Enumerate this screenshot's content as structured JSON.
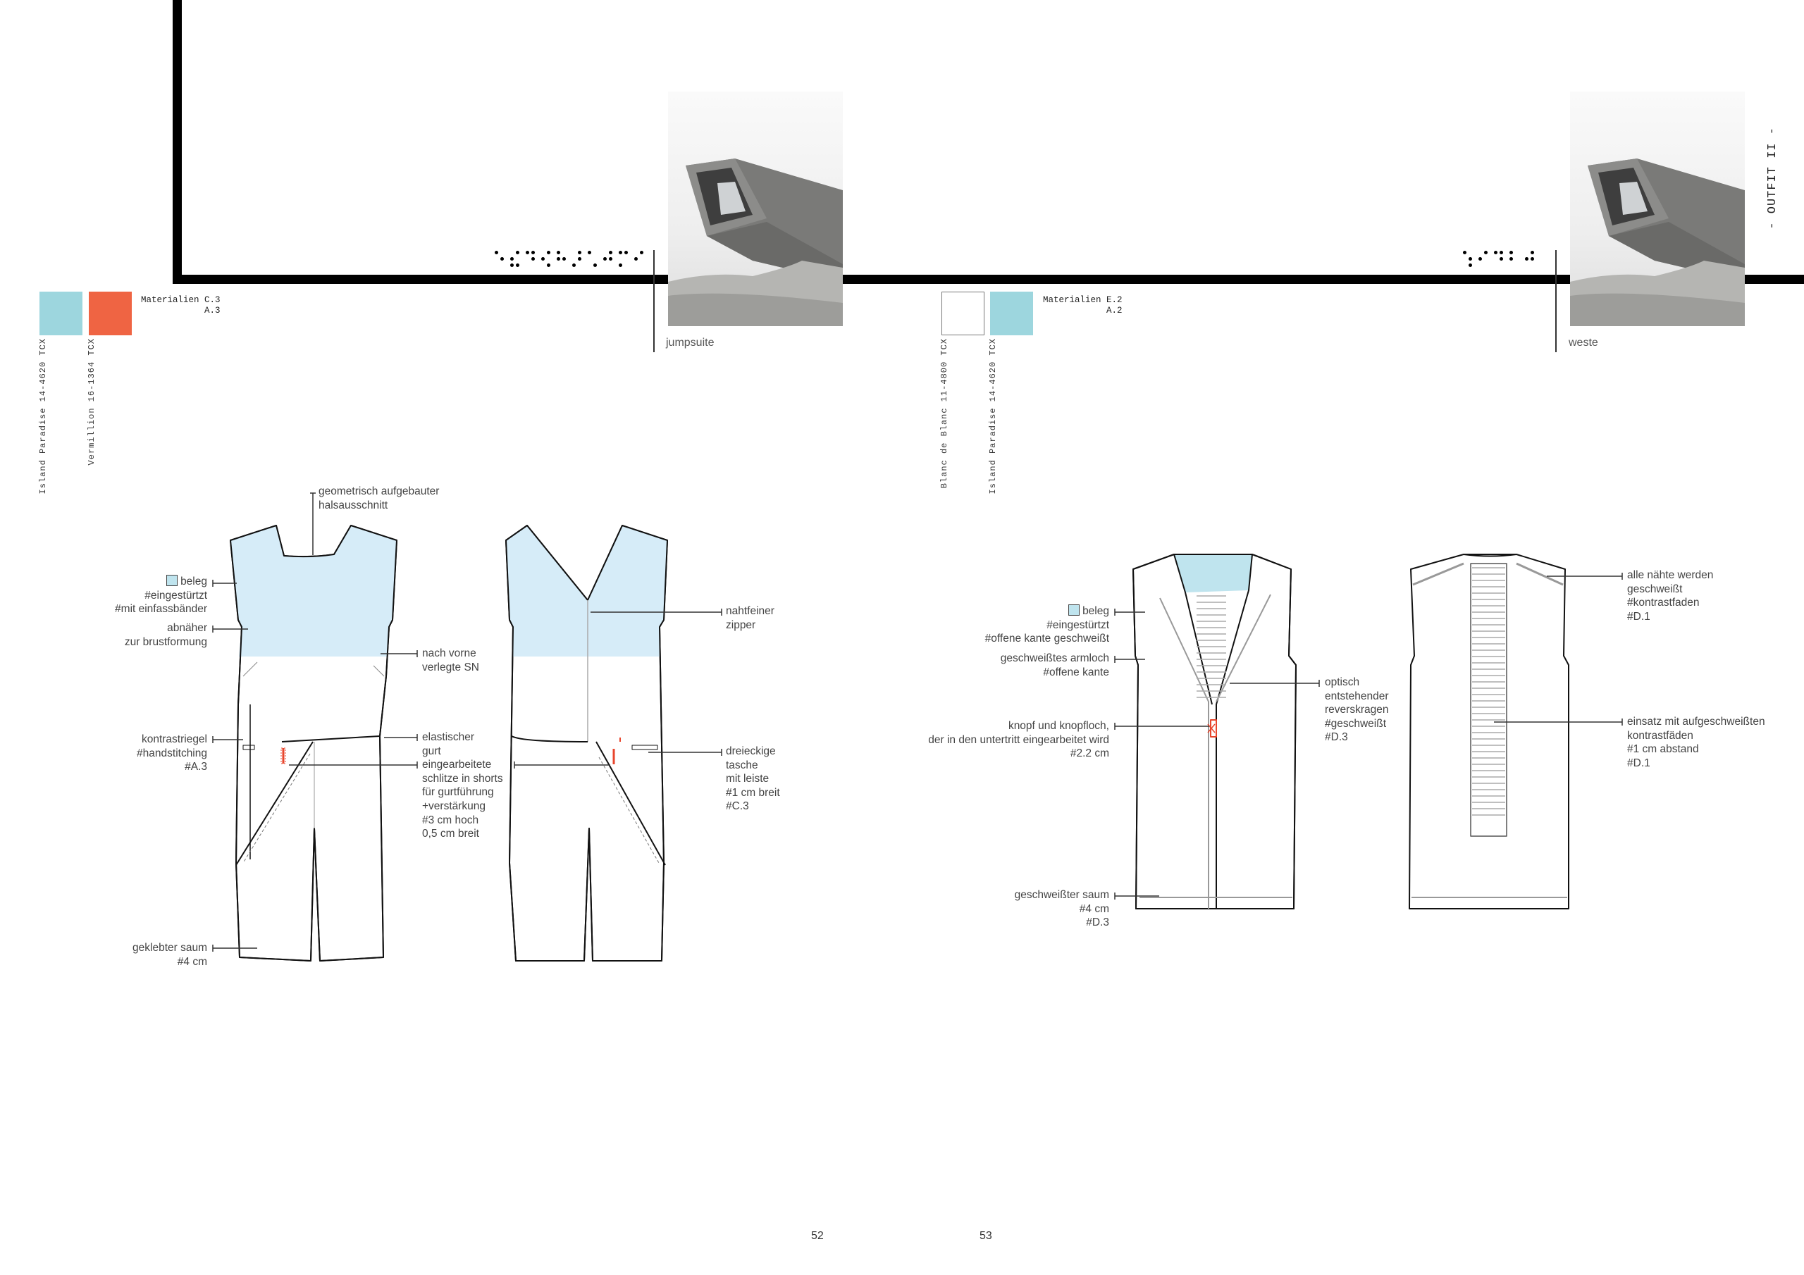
{
  "colors": {
    "island_paradise": "#9dd6de",
    "vermillion": "#ef6443",
    "blanc_de_blanc": "#ffffff",
    "beleg_fill": "#d6ecf8",
    "accent_red": "#e8452c"
  },
  "left_page": {
    "page_number": "52",
    "garment_label": "jumpsuite",
    "materials_label": "Materialien C.3\n            A.3",
    "swatches": [
      {
        "name": "Island Paradise 14-4620 TCX",
        "color": "#9dd6de"
      },
      {
        "name": "Vermillion 16-1364 TCX",
        "color": "#ef6443"
      }
    ],
    "annotations": {
      "neckline": [
        "geometrisch aufgebauter",
        "halsausschnitt"
      ],
      "beleg": [
        "beleg",
        "#eingestürtzt",
        "#mit einfassbänder"
      ],
      "abnaeher": [
        "abnäher",
        "zur brustformung"
      ],
      "sn": [
        "nach vorne",
        "verlegte SN"
      ],
      "kontrastriegel": [
        "kontrastriegel",
        "#handstitching",
        "#A.3"
      ],
      "gurt": [
        "elastischer",
        "gurt",
        "eingearbeitete",
        "schlitze in shorts",
        "für gurtführung",
        "+verstärkung",
        "#3 cm hoch",
        "0,5 cm breit"
      ],
      "zipper": [
        "nahtfeiner",
        "zipper"
      ],
      "tasche": [
        "dreieckige",
        "tasche",
        "mit leiste",
        "#1 cm breit",
        "#C.3"
      ],
      "saum": [
        "geklebter saum",
        "#4 cm"
      ]
    }
  },
  "right_page": {
    "page_number": "53",
    "garment_label": "weste",
    "section_title": "- OUTFIT II -",
    "materials_label": "Materialien E.2\n            A.2",
    "swatches": [
      {
        "name": "Blanc de Blanc 11-4800 TCX",
        "color": "#ffffff"
      },
      {
        "name": "Island Paradise 14-4620 TCX",
        "color": "#9dd6de"
      }
    ],
    "annotations": {
      "beleg": [
        "beleg",
        "#eingestürtzt",
        "#offene kante geschweißt"
      ],
      "armloch": [
        "geschweißtes armloch",
        "#offene kante"
      ],
      "knopf": [
        "knopf und knopfloch,",
        "der in den untertritt eingearbeitet wird",
        "#2.2 cm"
      ],
      "saum": [
        "geschweißter saum",
        "#4 cm",
        "#D.3"
      ],
      "revers": [
        "optisch",
        "entstehender",
        "reverskragen",
        "#geschweißt",
        "#D.3"
      ],
      "naehte": [
        "alle nähte werden",
        "geschweißt",
        "#kontrastfaden",
        "#D.1"
      ],
      "einsatz": [
        "einsatz mit aufgeschweißten",
        "kontrastfäden",
        "#1 cm abstand",
        "#D.1"
      ]
    }
  }
}
